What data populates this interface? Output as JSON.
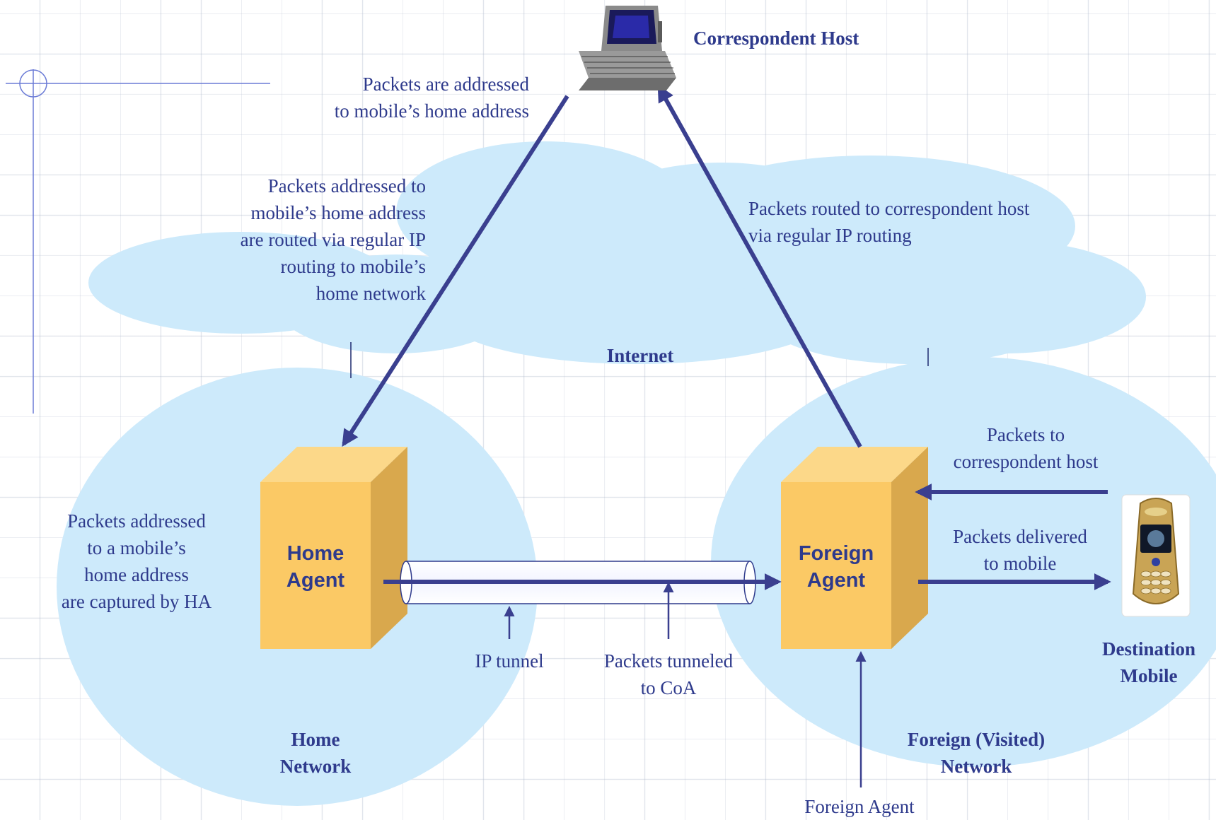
{
  "colors": {
    "label": "#2e3a8c",
    "arrow": "#3a3f8f",
    "cloud": "#cdeafb",
    "box_front": "#fbc965",
    "box_top": "#fcd889",
    "box_side": "#d9a84d",
    "accent_line": "#6b7bd6"
  },
  "nodes": {
    "correspondent_host": "Correspondent Host",
    "internet": "Internet",
    "home_agent": [
      "Home",
      "Agent"
    ],
    "foreign_agent": [
      "Foreign",
      "Agent"
    ],
    "home_network": [
      "Home",
      "Network"
    ],
    "foreign_network": [
      "Foreign (Visited)",
      "Network"
    ],
    "destination_mobile": [
      "Destination",
      "Mobile"
    ]
  },
  "annotations": {
    "addressed_home": [
      "Packets are addressed",
      "to mobile’s home address"
    ],
    "routed_home": [
      "Packets addressed to",
      "mobile’s home address",
      "are routed via regular IP",
      "routing to mobile’s",
      "home network"
    ],
    "routed_correspondent": [
      "Packets routed to correspondent host",
      "via regular IP routing"
    ],
    "captured_by_ha": [
      "Packets addressed",
      "to a mobile’s",
      "home address",
      "are captured by HA"
    ],
    "ip_tunnel": "IP tunnel",
    "tunneled_coa": [
      "Packets tunneled",
      "to CoA"
    ],
    "to_correspondent": [
      "Packets to",
      "correspondent host"
    ],
    "delivered_mobile": [
      "Packets delivered",
      "to mobile"
    ],
    "foreign_agent_bottom": "Foreign Agent"
  },
  "icons": {
    "laptop": "laptop-icon",
    "phone": "mobile-phone-icon"
  }
}
